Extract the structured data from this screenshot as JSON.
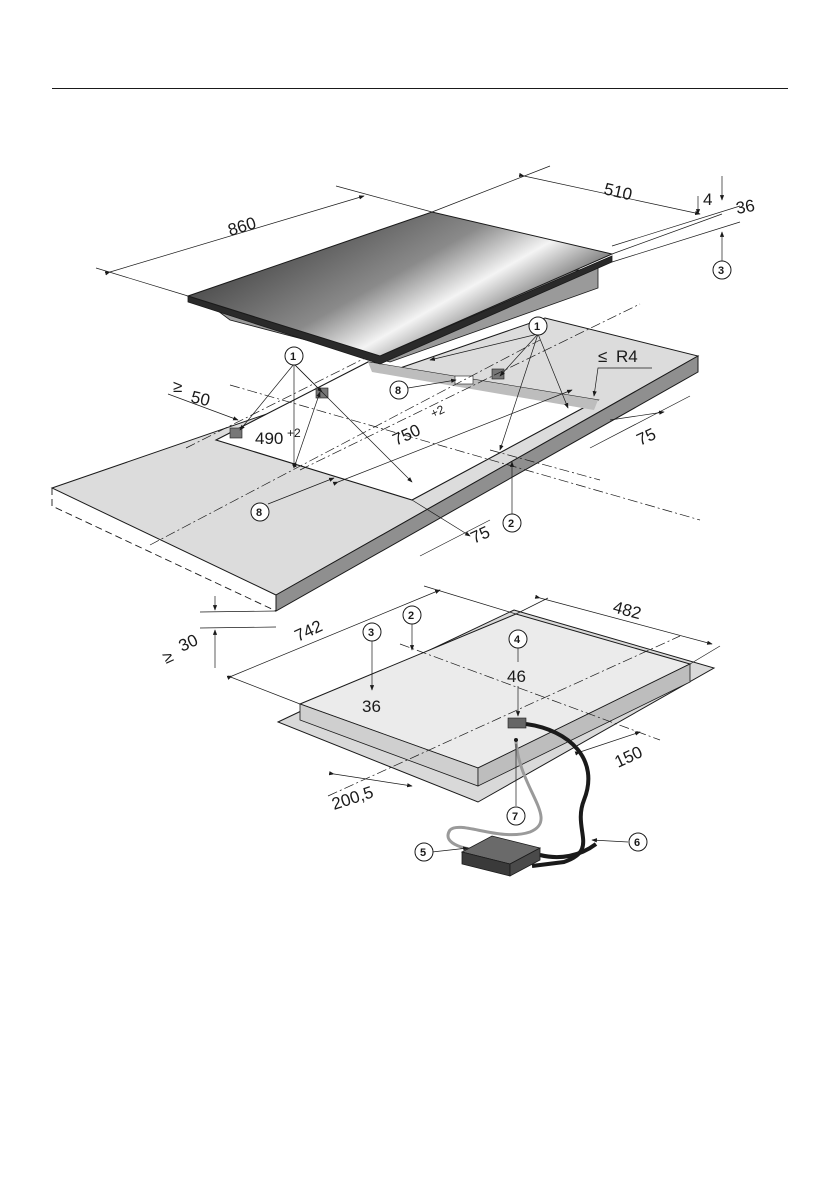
{
  "dimensions": {
    "hob_width": "860",
    "hob_depth": "510",
    "glass_thickness": "4",
    "hob_height": "36",
    "min_side_clearance": "50",
    "corner_radius": "R4",
    "cutout_depth": "490",
    "cutout_depth_tol": "+2",
    "cutout_width": "750",
    "cutout_width_tol": "+2",
    "rear_offset": "75",
    "front_offset": "75",
    "min_worktop_thickness": "30",
    "underside_width": "742",
    "underside_depth": "482",
    "underside_height_front": "36",
    "connection_height": "46",
    "connection_offset_side": "150",
    "connection_offset_front": "200,5",
    "ge_symbol": "≥",
    "le_symbol": "≤"
  },
  "callouts": {
    "c1": "1",
    "c2": "2",
    "c3": "3",
    "c4": "4",
    "c5": "5",
    "c6": "6",
    "c7": "7",
    "c8": "8"
  },
  "colors": {
    "worktop": "#dcdcdc",
    "worktop_edge": "#8f8f8f",
    "glass_dark": "#3a3a3a",
    "glass_light": "#e6e6e6",
    "cable": "#1a1a1a",
    "cable_light": "#9a9a9a"
  }
}
